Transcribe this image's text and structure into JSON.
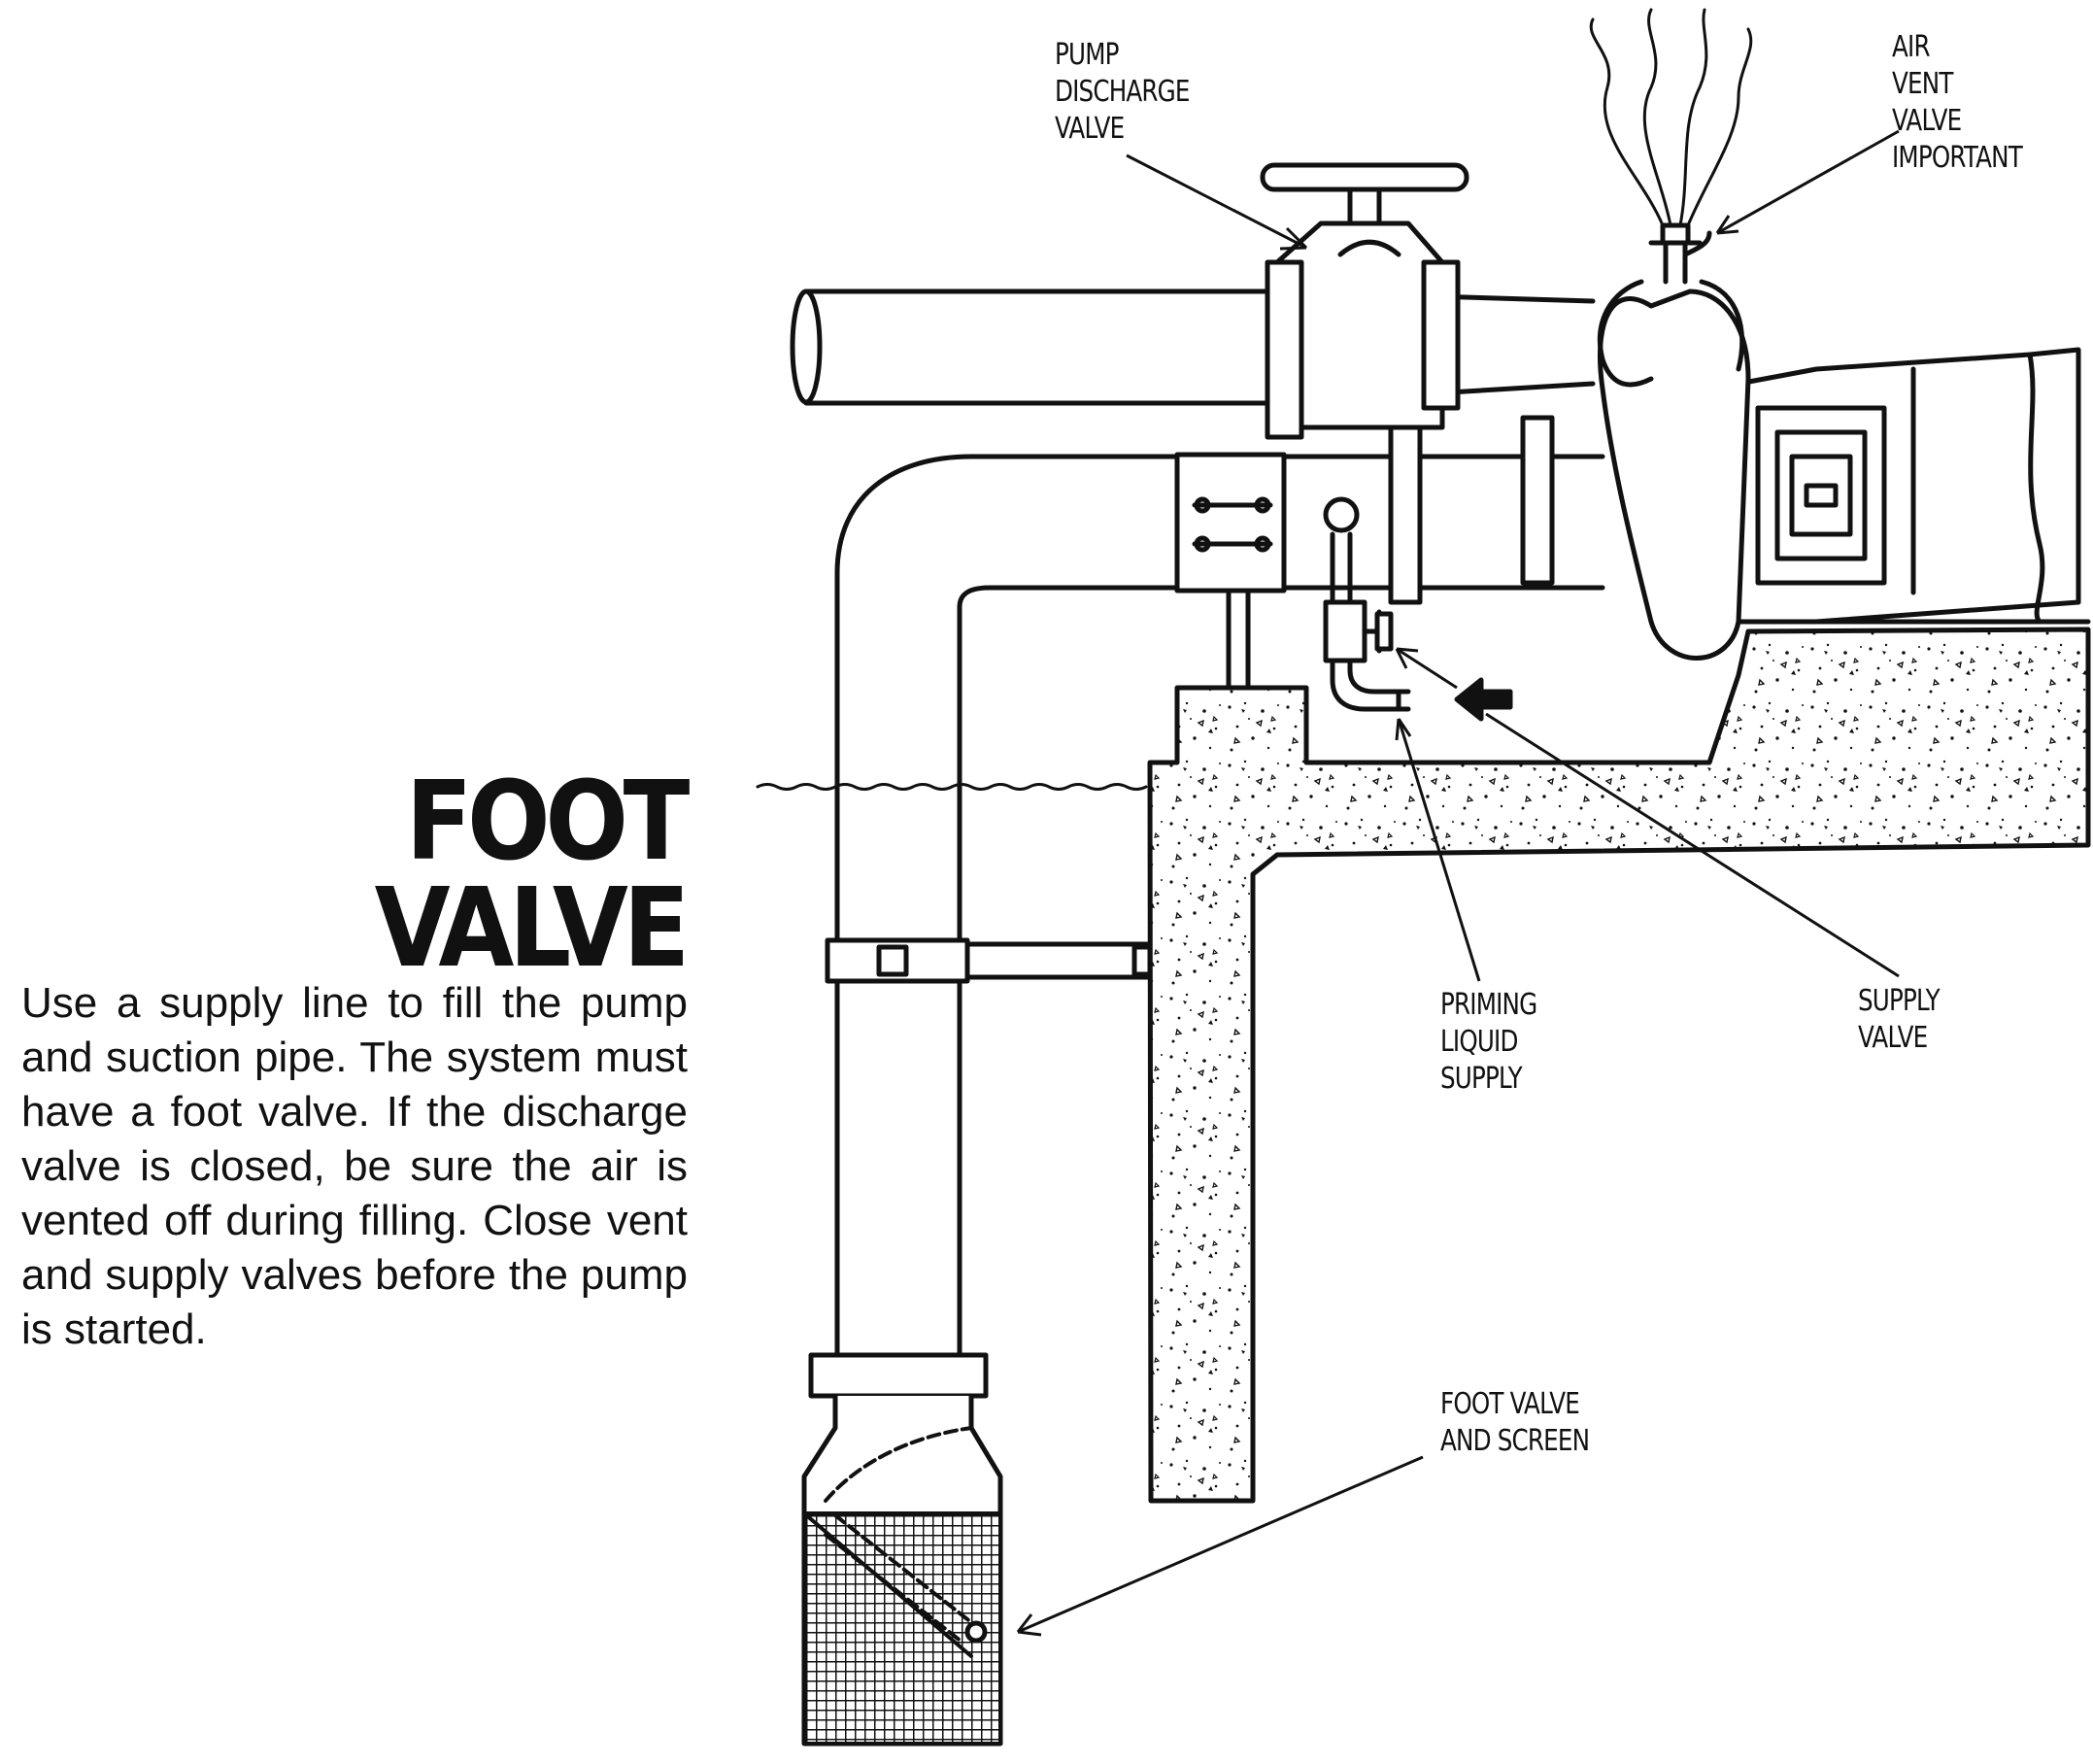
{
  "title": {
    "line1": "FOOT",
    "line2": "VALVE"
  },
  "description": "Use a supply line to fill the pump and suction pipe. The system must have a foot valve. If the discharge valve is closed, be sure the air is vented off during filling. Close vent and supply valves before the pump is started.",
  "labels": {
    "pump_discharge_valve": "PUMP\nDISCHARGE\nVALVE",
    "air_vent_valve": "AIR\nVENT\nVALVE\nIMPORTANT",
    "priming_liquid_supply": "PRIMING\nLIQUID\nSUPPLY",
    "supply_valve": "SUPPLY\nVALVE",
    "foot_valve_and_screen": "FOOT VALVE\nAND SCREEN"
  }
}
